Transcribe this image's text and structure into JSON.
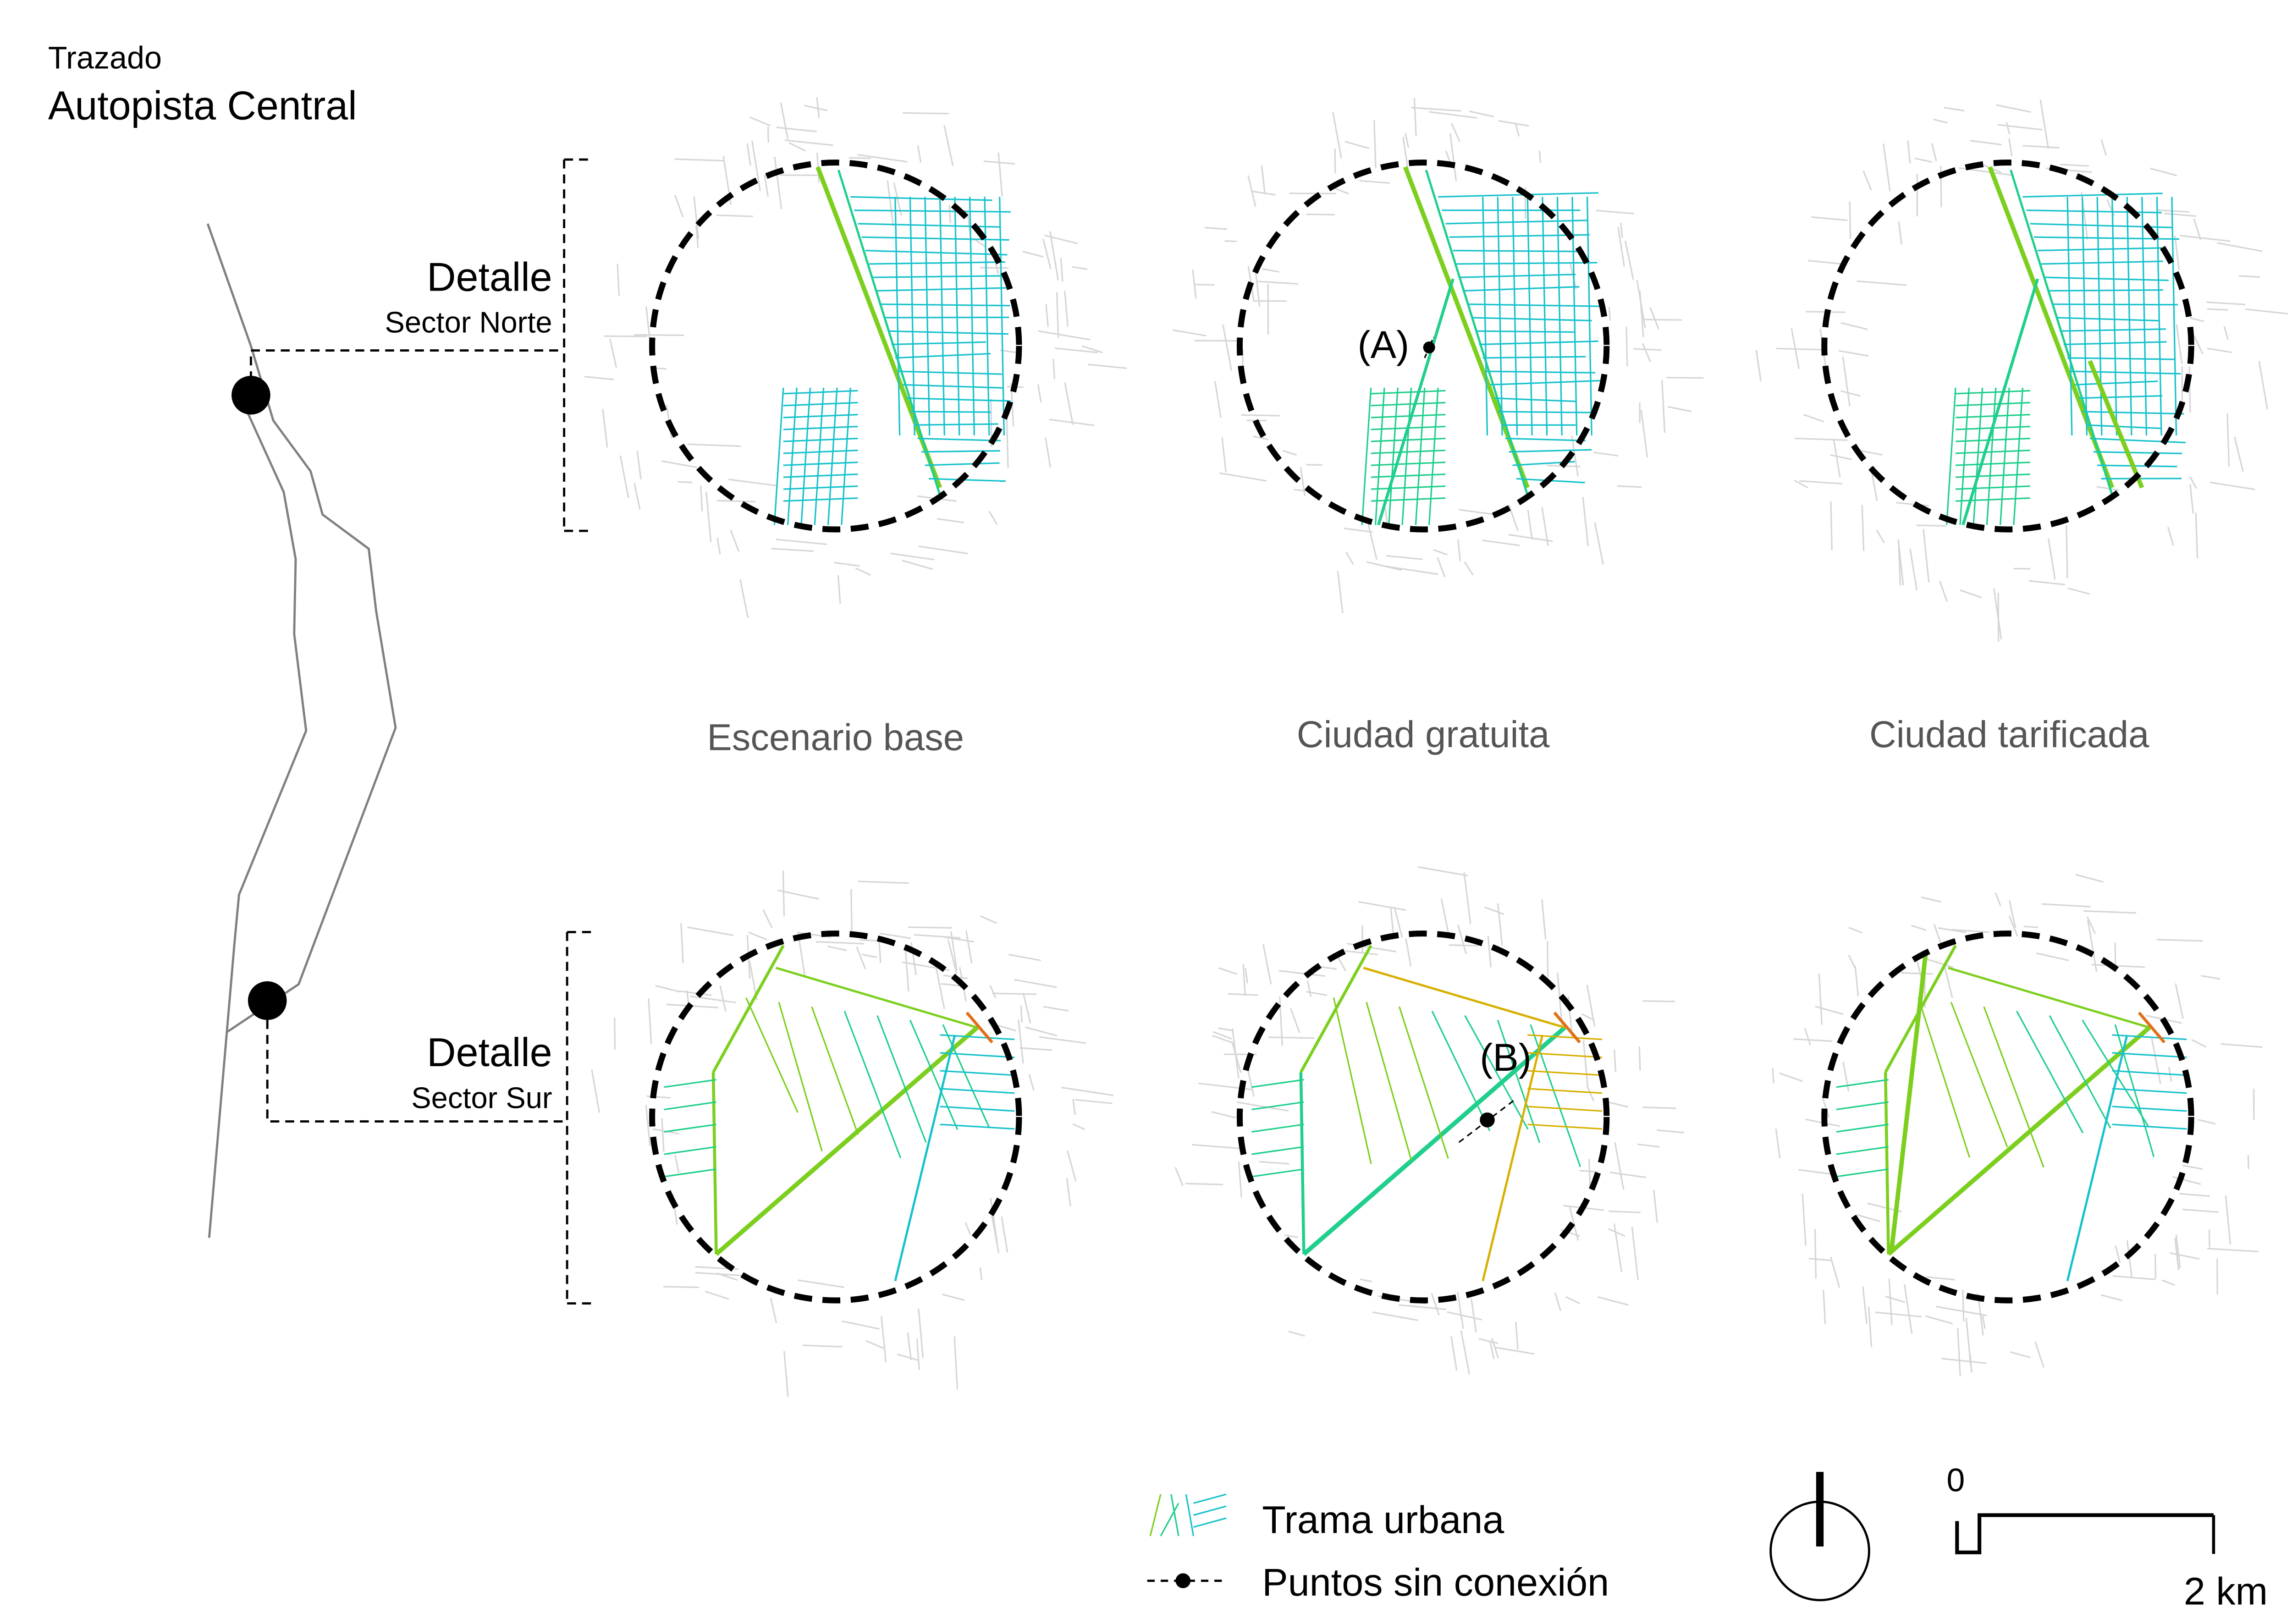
{
  "header": {
    "subtitle": "Trazado",
    "title": "Autopista Central"
  },
  "details": [
    {
      "title": "Detalle",
      "sector": "Sector Norte"
    },
    {
      "title": "Detalle",
      "sector": "Sector Sur"
    }
  ],
  "scenarios": [
    {
      "label": "Escenario base"
    },
    {
      "label": "Ciudad gratuita"
    },
    {
      "label": "Ciudad tarificada"
    }
  ],
  "markers": {
    "a": "(A)",
    "b": "(B)"
  },
  "legend": {
    "urban_grid": "Trama urbana",
    "disconnected_points": "Puntos sin conexión"
  },
  "scale": {
    "start": "0",
    "end": "2 km"
  },
  "colors": {
    "street_gray": "#d6d6d6",
    "teal": "#18c2cc",
    "green": "#20cf8c",
    "lime": "#7ccf1e",
    "amber": "#d7b000",
    "orange": "#e0701a",
    "route": "#808080"
  }
}
